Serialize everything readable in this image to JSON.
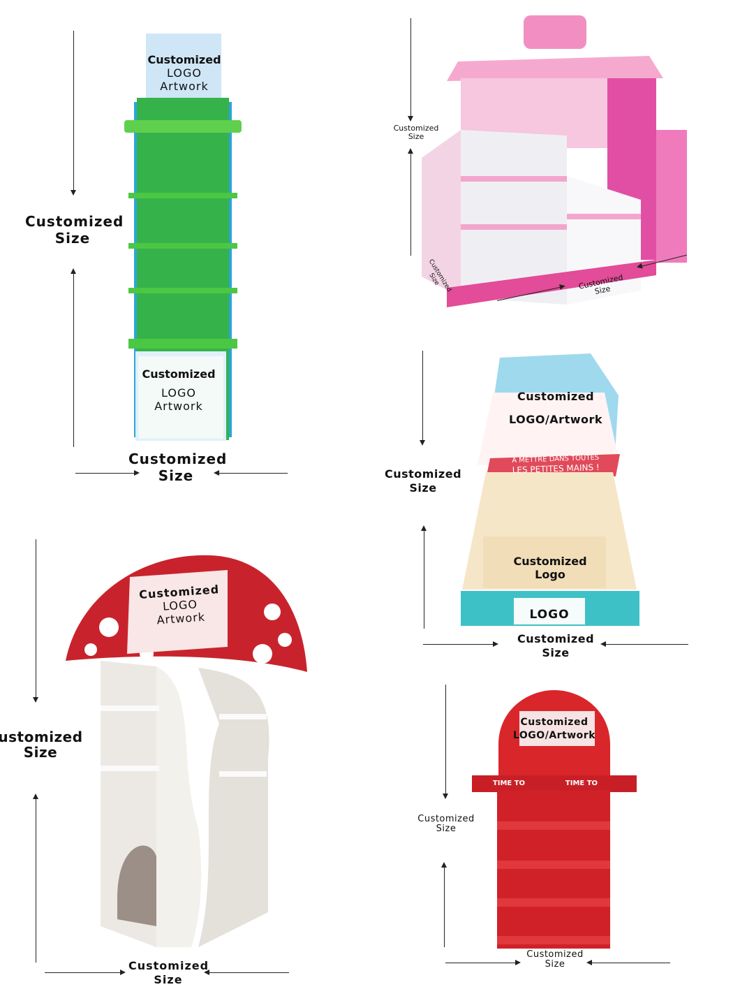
{
  "green_display": {
    "top_panel": [
      "Customized",
      "LOGO",
      "Artwork"
    ],
    "bottom_panel": [
      "Customized",
      "LOGO",
      "Artwork"
    ],
    "height_label": [
      "Customized",
      "Size"
    ],
    "width_label": [
      "Customized",
      "Size"
    ]
  },
  "pink_house_display": {
    "height_label": [
      "Customized",
      "Size"
    ],
    "depth_label": [
      "Customized",
      "Size"
    ],
    "width_label": [
      "Customized",
      "Size"
    ]
  },
  "counter_display": {
    "header_panel": [
      "Customized",
      "LOGO/Artwork"
    ],
    "banner_text": [
      "À METTRE DANS TOUTES",
      "LES PETITES MAINS !"
    ],
    "front_panel": [
      "Customized",
      "Logo"
    ],
    "base_logo": "LOGO",
    "height_label": [
      "Customized",
      "Size"
    ],
    "width_label": [
      "Customized",
      "Size"
    ]
  },
  "mushroom_display": {
    "cap_panel": [
      "Customized",
      "LOGO",
      "Artwork"
    ],
    "height_label": [
      "ustomized",
      "Size"
    ],
    "width_label": [
      "Customized",
      "Size"
    ]
  },
  "red_display": {
    "header_panel": [
      "Customized",
      "LOGO/Artwork"
    ],
    "shelf_text": "TIME TO",
    "height_label": [
      "Customized",
      "Size"
    ],
    "width_label": [
      "Customized",
      "Size"
    ]
  },
  "colors": {
    "green": "#2fb34a",
    "pink": "#e55aa8",
    "teal": "#3fbcc4",
    "red": "#d9262b",
    "mushroom_red": "#c8232c"
  }
}
